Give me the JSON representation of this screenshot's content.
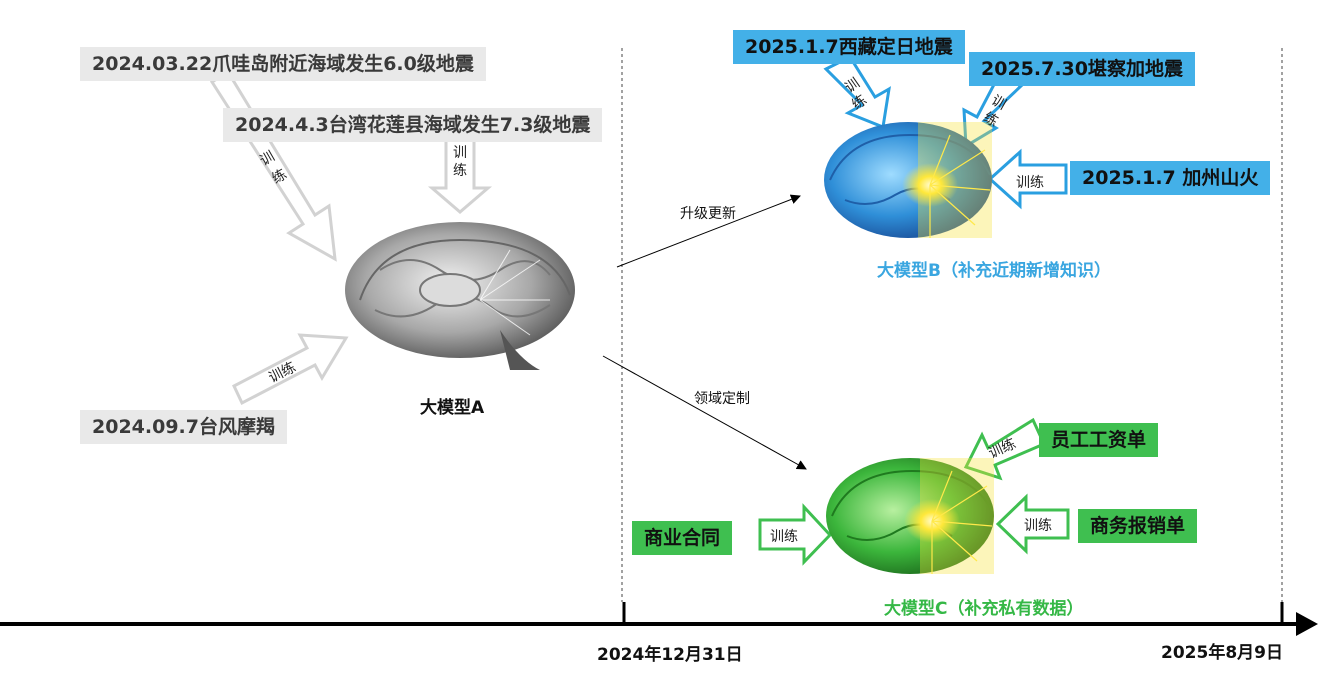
{
  "events_a": [
    "2024.03.22爪哇岛附近海域发生6.0级地震",
    "2024.4.3台湾花莲县海域发生7.3级地震",
    "2024.09.7台风摩羯"
  ],
  "events_b": [
    "2025.1.7西藏定日地震",
    "2025.7.30堪察加地震",
    "2025.1.7 加州山火"
  ],
  "events_c": [
    "员工工资单",
    "商务报销单",
    "商业合同"
  ],
  "train_label": "训练",
  "train_chars": [
    "训",
    "练"
  ],
  "model_a": "大模型A",
  "model_b": "大模型B（补充近期新增知识）",
  "model_c": "大模型C（补充私有数据）",
  "upgrade_label": "升级更新",
  "custom_label": "领域定制",
  "dates": [
    "2024年12月31日",
    "2025年8月9日"
  ],
  "colors": {
    "gray_box": "#e9e9e9",
    "blue_box": "#43b0e8",
    "green_box": "#3fbf50",
    "blue_text": "#3aa6e0",
    "green_text": "#35b846"
  }
}
